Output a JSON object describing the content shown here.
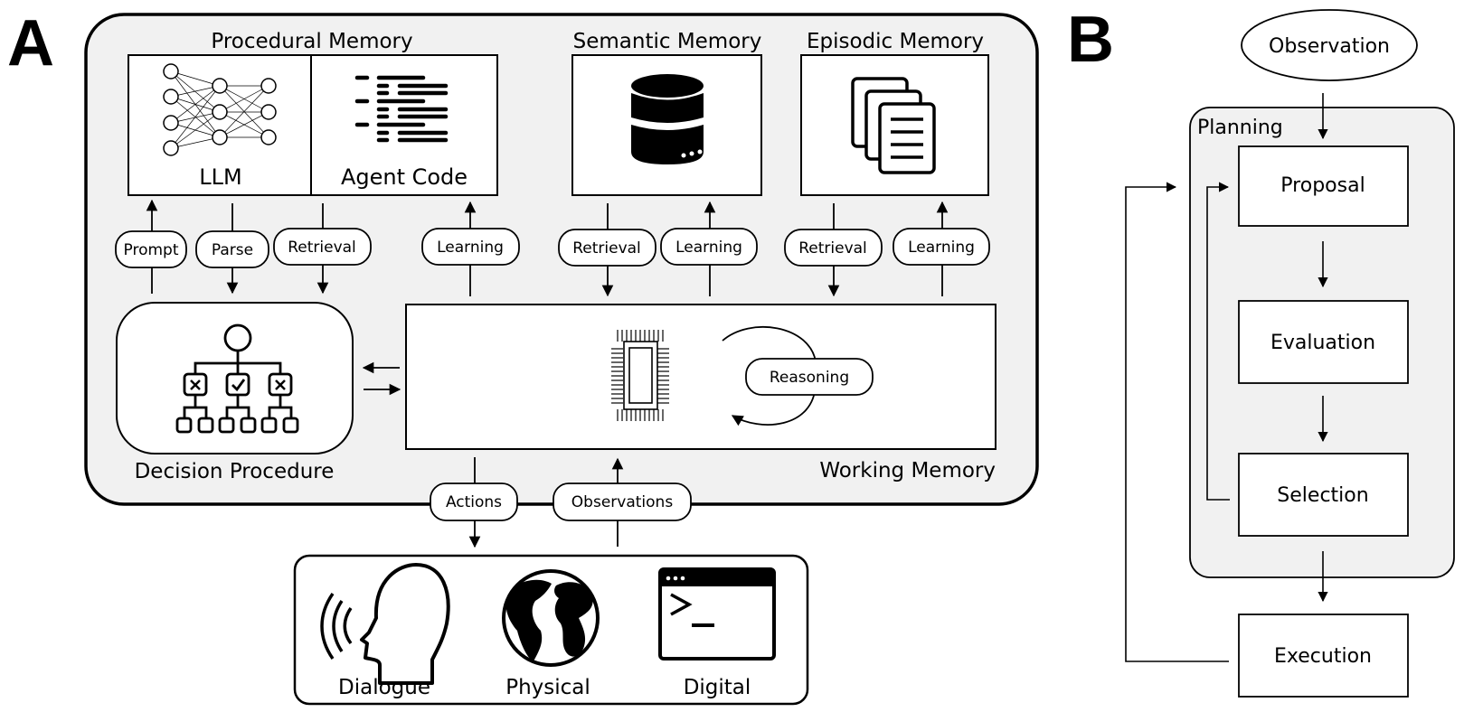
{
  "panel_a": {
    "letter": "A",
    "procedural_memory": {
      "title": "Procedural Memory",
      "llm": {
        "label": "LLM",
        "icon": "neural-network-icon"
      },
      "agent_code": {
        "label": "Agent Code",
        "icon": "code-lines-icon"
      }
    },
    "semantic_memory": {
      "title": "Semantic Memory",
      "icon": "database-icon"
    },
    "episodic_memory": {
      "title": "Episodic Memory",
      "icon": "documents-stack-icon"
    },
    "edges": {
      "prompt": "Prompt",
      "parse": "Parse",
      "retrieval_procedural": "Retrieval",
      "learning_procedural": "Learning",
      "retrieval_semantic": "Retrieval",
      "learning_semantic": "Learning",
      "retrieval_episodic": "Retrieval",
      "learning_episodic": "Learning",
      "actions": "Actions",
      "observations": "Observations"
    },
    "decision_procedure": {
      "label": "Decision Procedure",
      "icon": "decision-tree-icon"
    },
    "working_memory": {
      "label": "Working Memory",
      "icon": "cpu-chip-icon",
      "reasoning": "Reasoning"
    },
    "environment": {
      "items": [
        {
          "label": "Dialogue",
          "icon": "speaking-head-icon"
        },
        {
          "label": "Physical",
          "icon": "globe-icon"
        },
        {
          "label": "Digital",
          "icon": "terminal-window-icon"
        }
      ]
    }
  },
  "panel_b": {
    "letter": "B",
    "observation": "Observation",
    "planning": {
      "title": "Planning",
      "steps": [
        "Proposal",
        "Evaluation",
        "Selection"
      ]
    },
    "execution": "Execution"
  }
}
